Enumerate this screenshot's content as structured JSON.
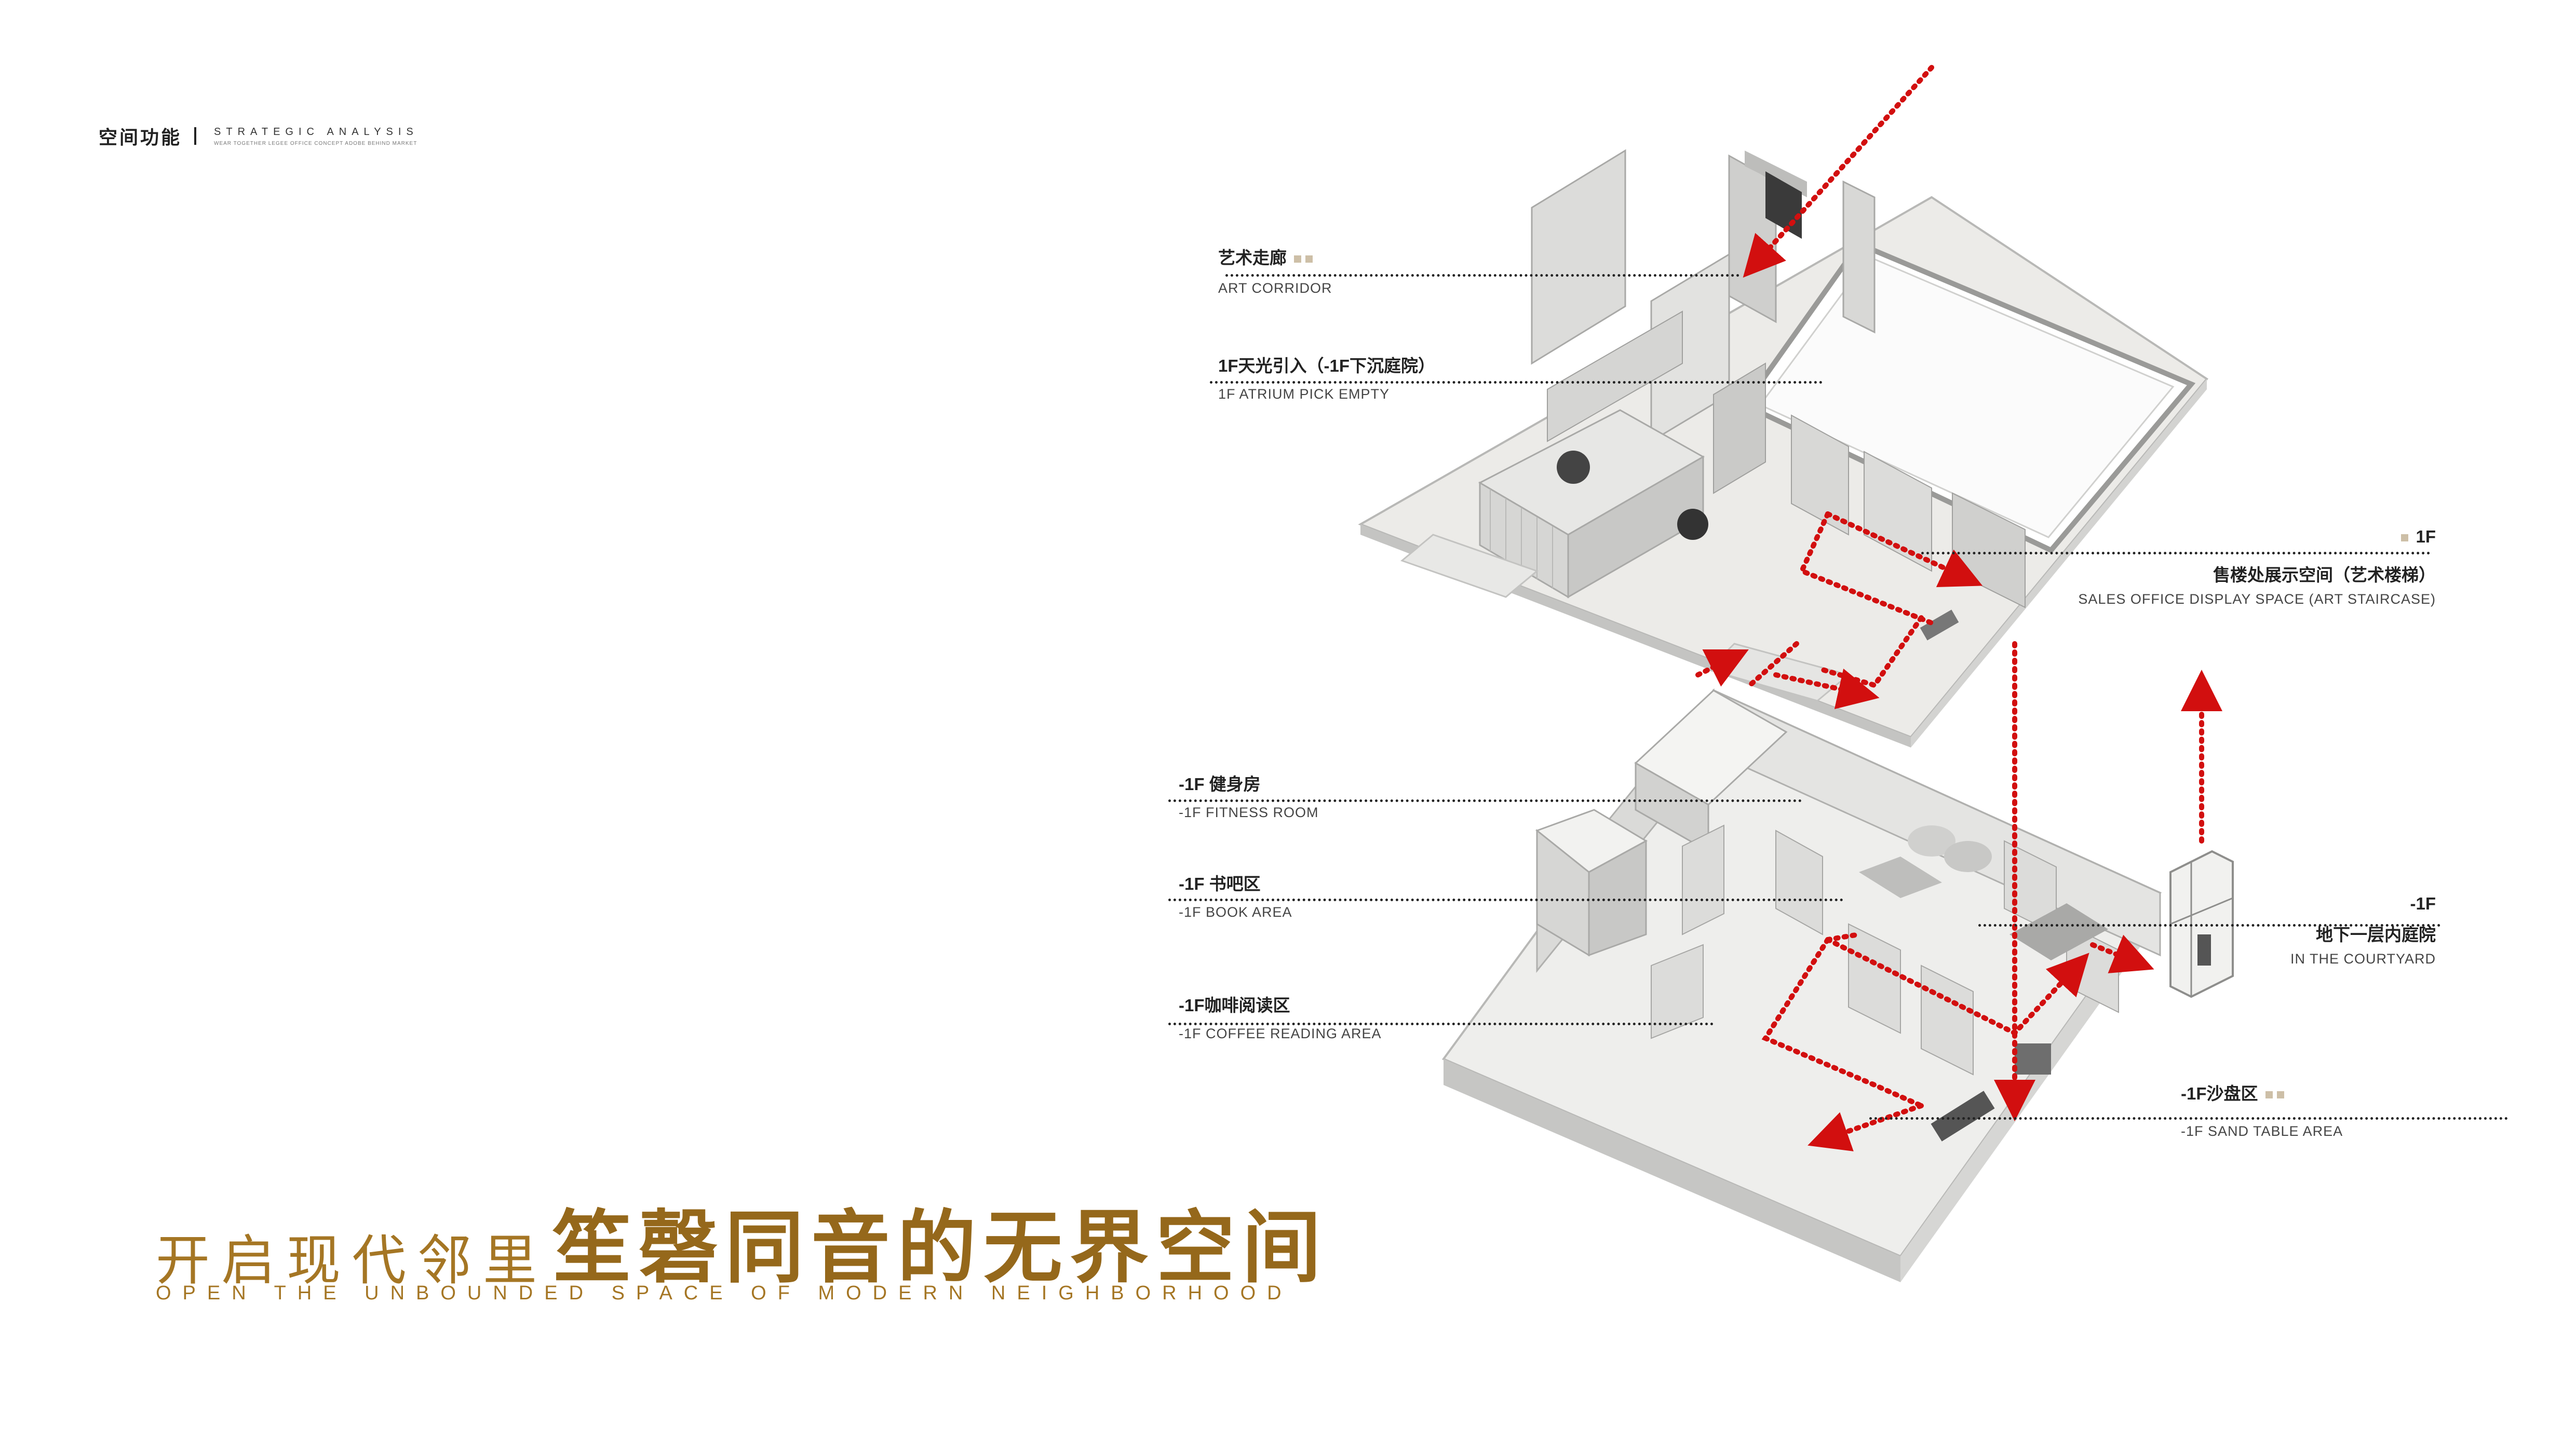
{
  "header": {
    "section_cn": "空间功能",
    "section_en": "STRATEGIC ANALYSIS",
    "section_sub": "WEAR TOGETHER LEGEE OFFICE CONCEPT ADOBE BEHIND MARKET"
  },
  "labels": {
    "art_corridor": {
      "cn": "艺术走廊",
      "en": "ART CORRIDOR"
    },
    "atrium": {
      "cn": "1F天光引入（-1F下沉庭院）",
      "en": "1F ATRIUM PICK EMPTY"
    },
    "sales_office": {
      "level": "1F",
      "cn": "售楼处展示空间（艺术楼梯）",
      "en": "SALES OFFICE DISPLAY SPACE (ART STAIRCASE)"
    },
    "fitness": {
      "cn": "-1F 健身房",
      "en": "-1F FITNESS ROOM"
    },
    "book": {
      "cn": "-1F 书吧区",
      "en": "-1F BOOK AREA"
    },
    "courtyard": {
      "level": "-1F",
      "cn": "地下一层内庭院",
      "en": "IN THE COURTYARD"
    },
    "coffee": {
      "cn": "-1F咖啡阅读区",
      "en": "-1F COFFEE READING AREA"
    },
    "sand_table": {
      "cn": "-1F沙盘区",
      "en": "-1F SAND TABLE AREA"
    }
  },
  "title": {
    "part1": "开启现代邻里",
    "part2": "笙磬同音的无界空间",
    "en": "OPEN THE UNBOUNDED SPACE OF MODERN NEIGHBORHOOD"
  },
  "colors": {
    "accent_gold": "#95681b",
    "arrow_red": "#d20f0f",
    "marker_beige": "#cdbfa7"
  }
}
